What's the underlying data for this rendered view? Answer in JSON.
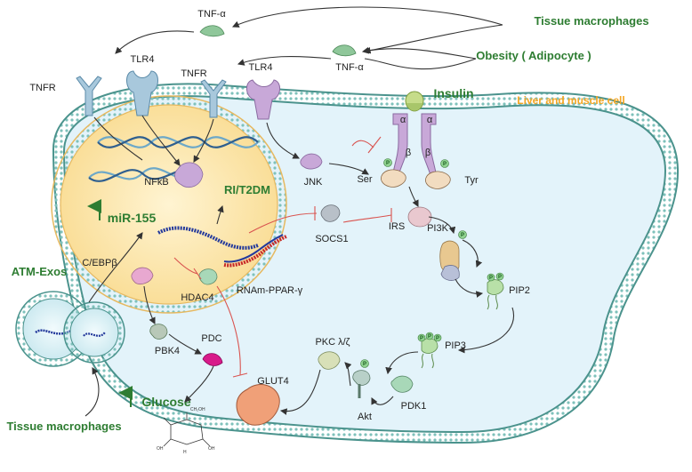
{
  "labels": {
    "tnf_top": "TNF-α",
    "tissue_macrophages_top": "Tissue macrophages",
    "obesity": "Obesity ( Adipocyte )",
    "tlr4_left": "TLR4",
    "tnfr_left": "TNFR",
    "tnfr_mid": "TNFR",
    "tlr4_mid": "TLR4",
    "tnf_mid": "TNF-α",
    "insulin": "Insulin",
    "liver_muscle": "Liver and muscle cell",
    "alpha_left": "α",
    "alpha_right": "α",
    "beta_left": "β",
    "beta_right": "β",
    "ser": "Ser",
    "tyr": "Tyr",
    "jnk": "JNK",
    "nfkb": "NFkB",
    "ri_t2dm": "RI/T2DM",
    "mir155": "miR-155",
    "irs": "IRS",
    "pi3k": "PI3K",
    "socs1": "SOCS1",
    "cebpb": "C/EBPβ",
    "hdac4": "HDAC4",
    "rnam": "RNAm-PPAR-γ",
    "pip2": "PIP2",
    "atm_exos": "ATM-Exos",
    "pbk4": "PBK4",
    "pdc": "PDC",
    "pkc": "PKC λ/ζ",
    "pip3": "PIP3",
    "glut4": "GLUT4",
    "glucose": "Glucose",
    "pdk1": "PDK1",
    "akt": "Akt",
    "tissue_macrophages_bottom": "Tissue macrophages",
    "p": "P",
    "glucose_ch2oh": "CH₂OH",
    "glucose_h": "H",
    "glucose_oh": "OH"
  },
  "colors": {
    "membrane": "#5aa9a3",
    "cytoplasm": "#e3f3fa",
    "nucleus": "#fbe7b5",
    "green_label": "#2e7d32",
    "orange_label": "#f5a623",
    "inhibition": "#d9534f",
    "receptor_tlr4": "#a8c8dc",
    "insulin_receptor": "#c8a8d8"
  }
}
